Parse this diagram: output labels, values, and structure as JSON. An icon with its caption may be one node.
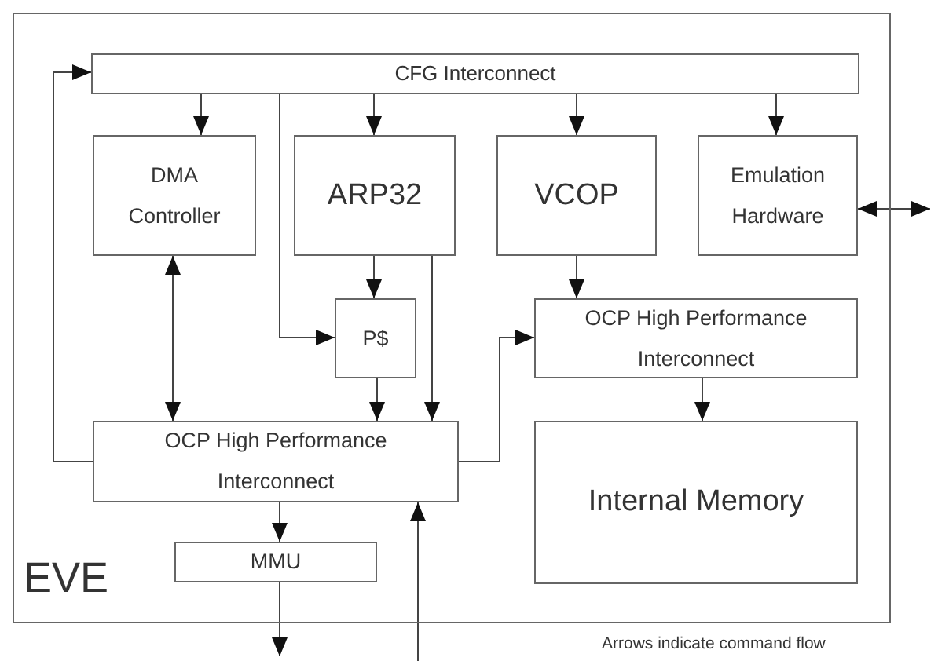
{
  "diagram": {
    "nodes": [
      {
        "text": [
          "EVE"
        ]
      },
      {
        "text": [
          "CFG Interconnect"
        ],
        "in": 0
      },
      {
        "text": [
          "DMA Controller"
        ],
        "in": 0
      },
      {
        "text": [
          "ARP32"
        ],
        "in": 0
      },
      {
        "text": [
          "VCOP"
        ],
        "in": 0
      },
      {
        "text": [
          "Emulation Hardware"
        ],
        "in": 0
      },
      {
        "text": [
          "P$"
        ],
        "in": 0
      },
      {
        "text": [
          "OCP High Performance Interconnect"
        ],
        "in": 0
      },
      {
        "text": [
          "OCP High Performance Interconnect"
        ],
        "in": 0
      },
      {
        "text": [
          "Internal Memory"
        ],
        "in": 0
      },
      {
        "text": [
          "MMU"
        ],
        "in": 0
      }
    ],
    "edges": [
      {
        "from": 1,
        "to": 2,
        "arrow": "to"
      },
      {
        "from": 1,
        "to": 3,
        "arrow": "to"
      },
      {
        "from": 1,
        "to": 4,
        "arrow": "to"
      },
      {
        "from": 1,
        "to": 5,
        "arrow": "to"
      },
      {
        "from": 1,
        "to": 6,
        "arrow": "to"
      },
      {
        "from": 3,
        "to": 6,
        "arrow": "to"
      },
      {
        "from": 2,
        "to": 8,
        "arrow": "both"
      },
      {
        "from": 6,
        "to": 8,
        "arrow": "to"
      },
      {
        "from": 3,
        "to": 8,
        "arrow": "to"
      },
      {
        "from": 8,
        "to": 1,
        "arrow": "to"
      },
      {
        "from": 8,
        "to": 7,
        "arrow": "to"
      },
      {
        "from": 4,
        "to": 7,
        "arrow": "to"
      },
      {
        "from": 7,
        "to": 9,
        "arrow": "to"
      },
      {
        "from": 8,
        "to": 10,
        "arrow": "to"
      },
      {
        "from": 10,
        "to": null,
        "arrow": "to"
      },
      {
        "from": null,
        "to": 8,
        "arrow": "to"
      },
      {
        "from": 5,
        "to": null,
        "arrow": "both"
      }
    ],
    "labels": [
      "Arrows indicate command flow"
    ]
  }
}
